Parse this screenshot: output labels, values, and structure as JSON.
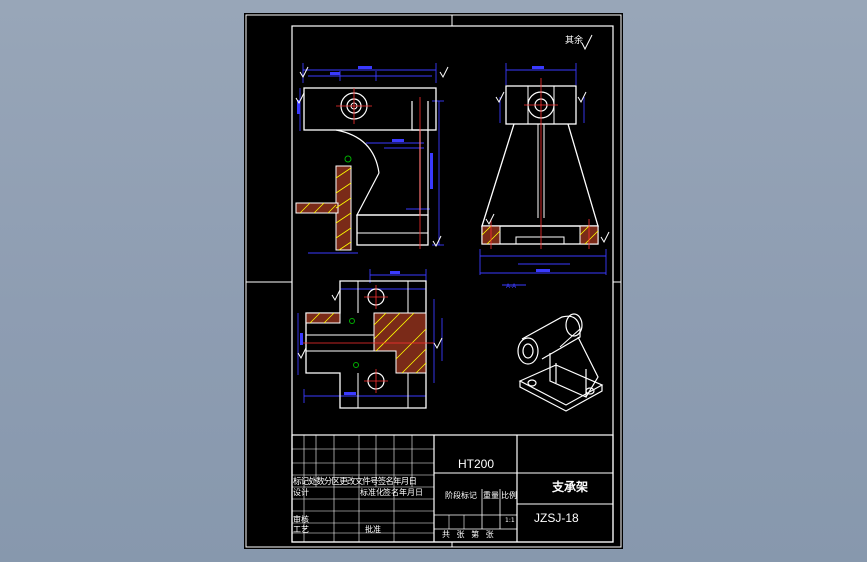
{
  "drawing": {
    "material": "HT200",
    "part_name": "支承架",
    "drawing_number": "JZSJ-18",
    "roughness_note": "其余",
    "section_label": "A-A"
  },
  "title_block": {
    "header_row": "标记处数分区更改文件号签名年月日",
    "design": "设计",
    "standardization": "标准化",
    "signature": "签名",
    "year_month_day": "年月日",
    "stage_mark": "阶段标记",
    "weight": "重量",
    "scale_label": "比例",
    "scale_value": "1:1",
    "review": "审核",
    "process": "工艺",
    "approve": "批准",
    "sheets": "共 张 第 张"
  },
  "colors": {
    "background": "#000000",
    "outline": "#ffffff",
    "dimension": "#3a3aff",
    "hatch": "#ffff00",
    "section_fill": "#7a2a18",
    "centerline": "#ff3030",
    "marker": "#00b000",
    "desktop": "#93a2b5"
  }
}
